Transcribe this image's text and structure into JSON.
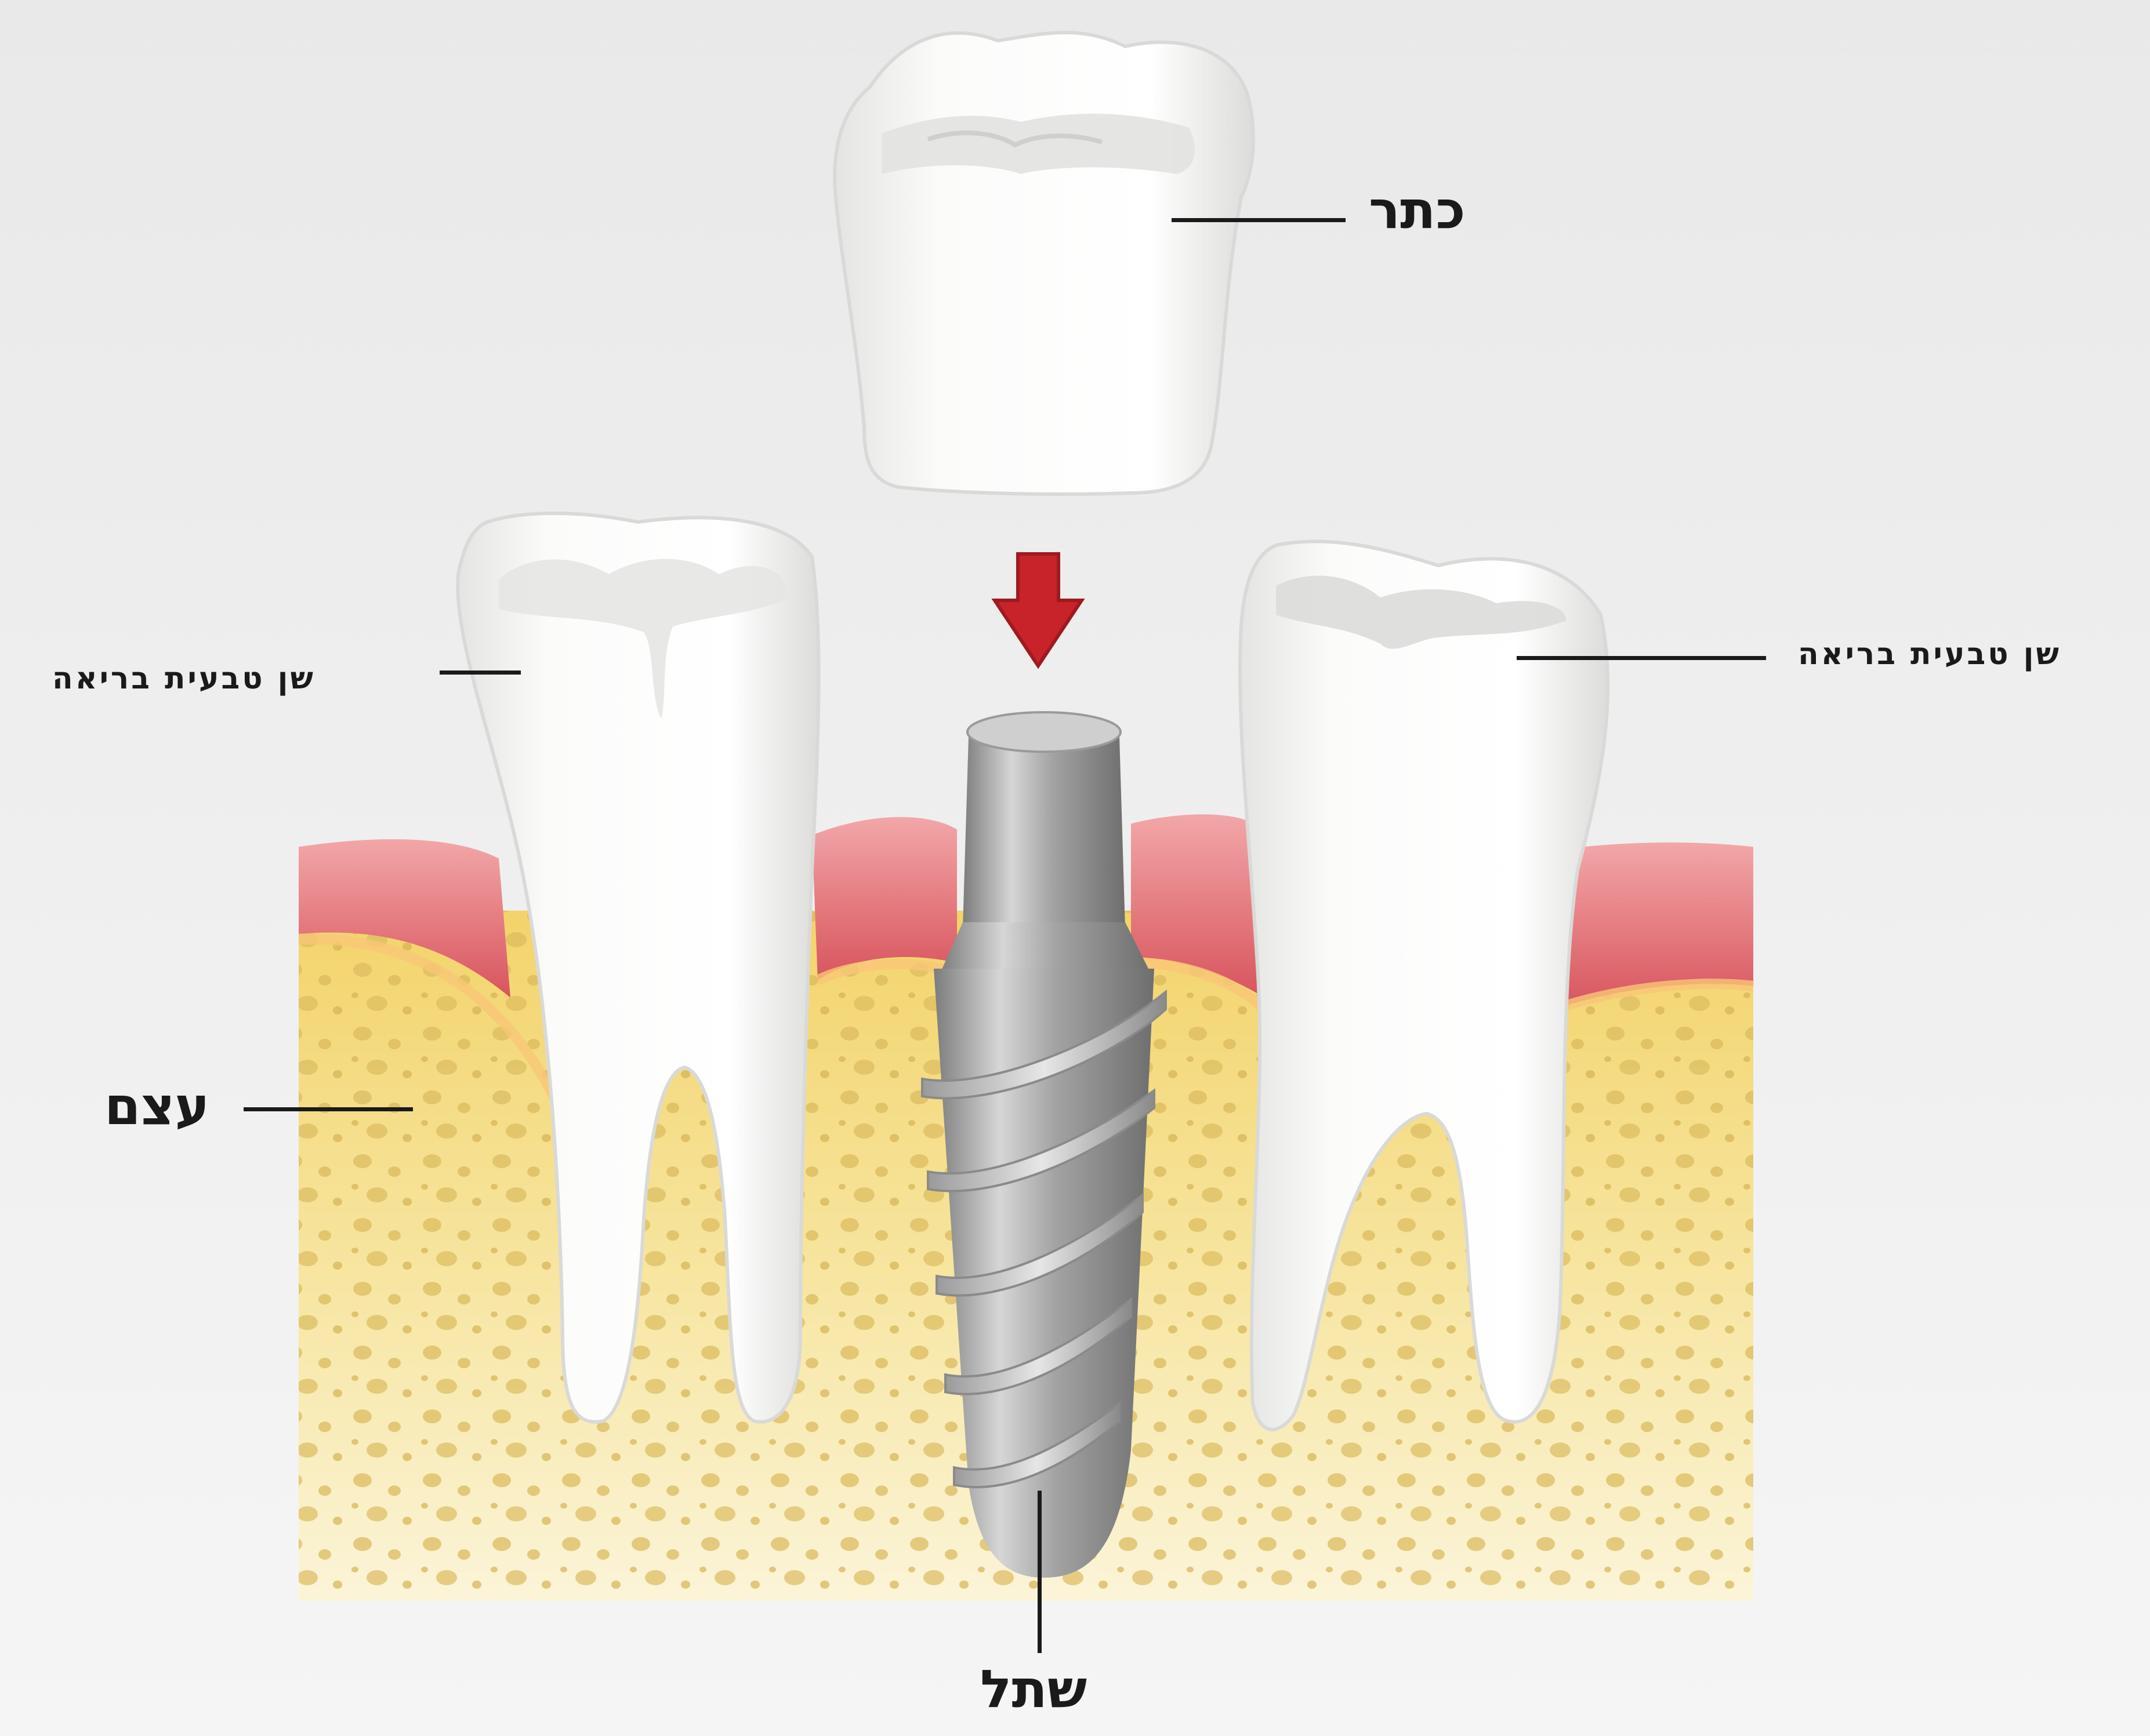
{
  "labels": {
    "crown": "כתר",
    "healthy_tooth_left": "שן טבעית בריאה",
    "healthy_tooth_right": "שן טבעית בריאה",
    "bone": "עצם",
    "implant": "שתל"
  },
  "colors": {
    "background": "#ededed",
    "bone": "#f6e39a",
    "bone_spots": "#dfc067",
    "gum": "#e88a8f",
    "tooth": "#f7f7f5",
    "implant_metal": "#b9b9b9",
    "arrow": "#c8232a"
  }
}
